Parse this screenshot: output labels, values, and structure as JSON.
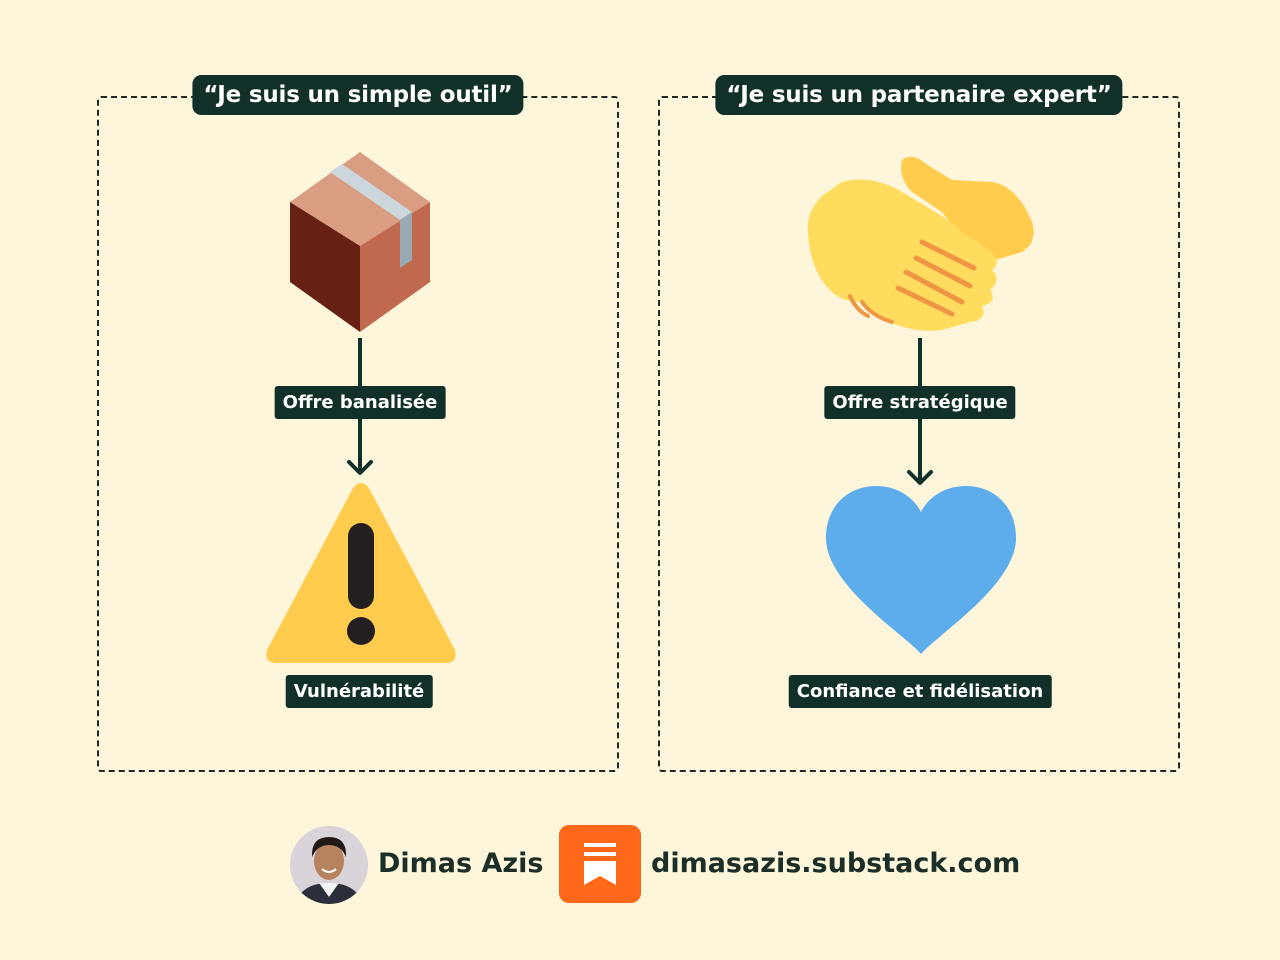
{
  "left_panel": {
    "title": "“Je suis un simple outil”",
    "icon_top": "package-icon",
    "label_middle": "Offre banalisée",
    "icon_bottom": "warning-icon",
    "label_bottom": "Vulnérabilité"
  },
  "right_panel": {
    "title": "“Je suis un partenaire expert”",
    "icon_top": "handshake-icon",
    "label_middle": "Offre stratégique",
    "icon_bottom": "blue-heart-icon",
    "label_bottom": "Confiance et fidélisation"
  },
  "footer": {
    "author_name": "Dimas Azis",
    "website": "dimasazis.substack.com",
    "substack_logo": "substack-icon",
    "avatar": "avatar"
  },
  "colors": {
    "background": "#fdf6da",
    "label_bg": "#12302a",
    "substack_orange": "#ff6719",
    "heart_blue": "#5dadec",
    "warning_yellow": "#ffcc4d"
  }
}
